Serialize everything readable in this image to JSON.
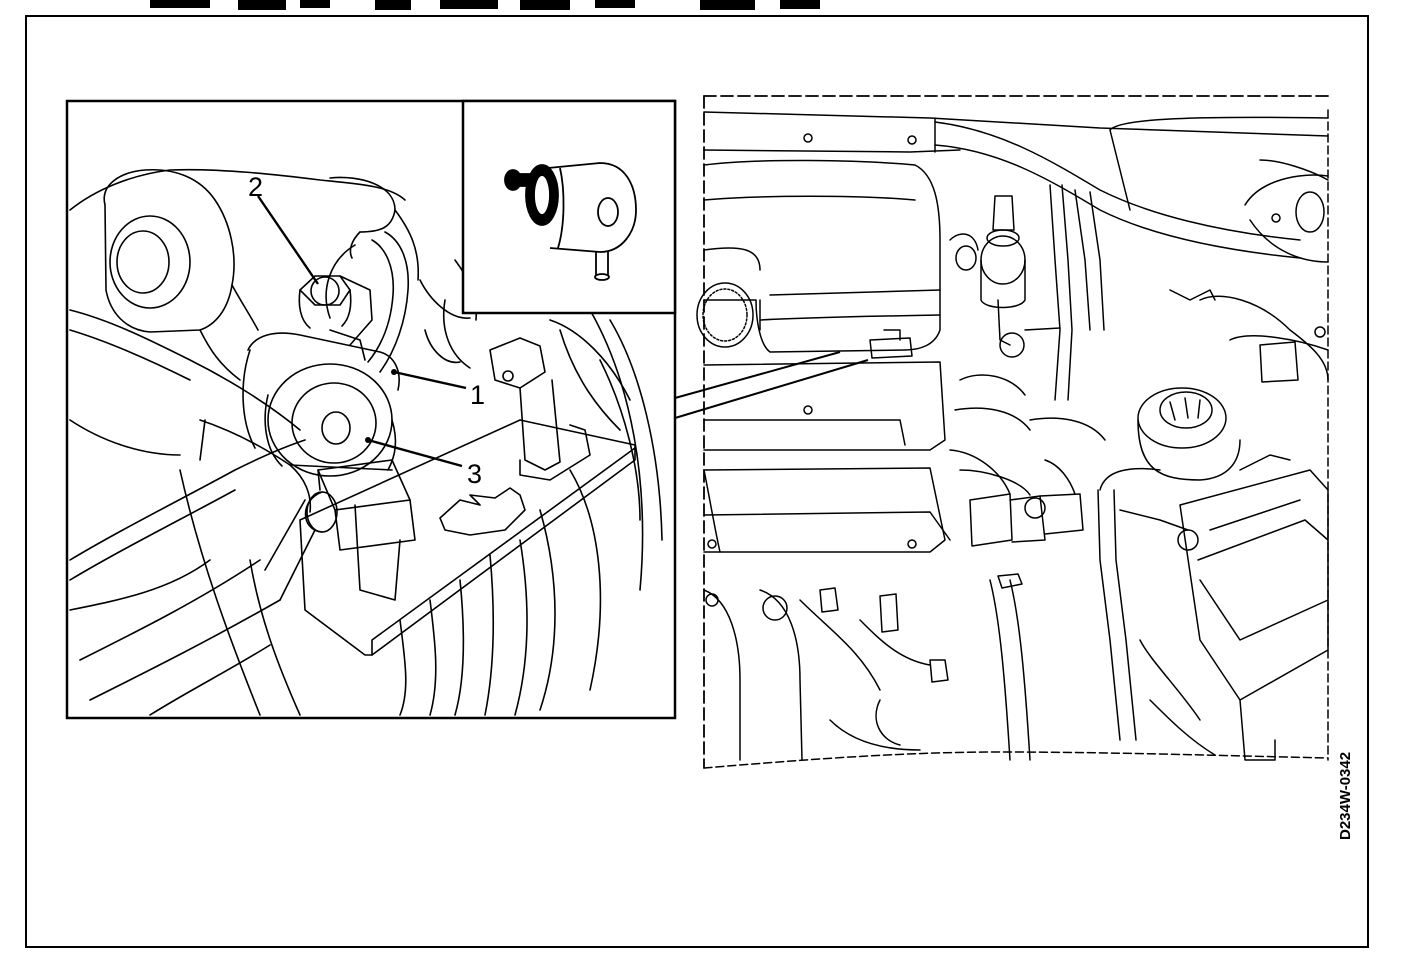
{
  "header": {
    "clipped_heading": "...g..., ...y ...g..."
  },
  "callouts": {
    "one": "1",
    "two": "2",
    "three": "3"
  },
  "figure": {
    "code": "D234W-0342"
  },
  "colors": {
    "ink": "#000000",
    "paper": "#ffffff"
  }
}
